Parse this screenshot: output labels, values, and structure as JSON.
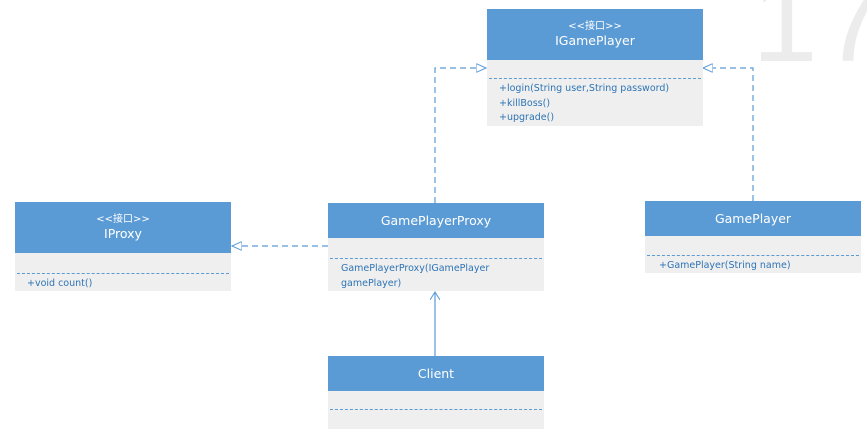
{
  "watermark": "17",
  "classes": {
    "igameplayer": {
      "stereotype": "<<接口>>",
      "name": "IGamePlayer",
      "operations": [
        "+login(String user,String password)",
        "+killBoss()",
        "+upgrade()"
      ]
    },
    "iproxy": {
      "stereotype": "<<接口>>",
      "name": "IProxy",
      "operations": [
        "+void count()"
      ]
    },
    "gameplayerproxy": {
      "name": "GamePlayerProxy",
      "operations": [
        "GamePlayerProxy(IGamePlayer",
        "gamePlayer)"
      ]
    },
    "gameplayer": {
      "name": "GamePlayer",
      "operations": [
        "+GamePlayer(String name)"
      ]
    },
    "client": {
      "name": "Client",
      "operations": []
    }
  },
  "colors": {
    "header": "#5b9bd5",
    "body": "#efefef",
    "text": "#2e74b5",
    "connector": "#5b9bd5"
  }
}
